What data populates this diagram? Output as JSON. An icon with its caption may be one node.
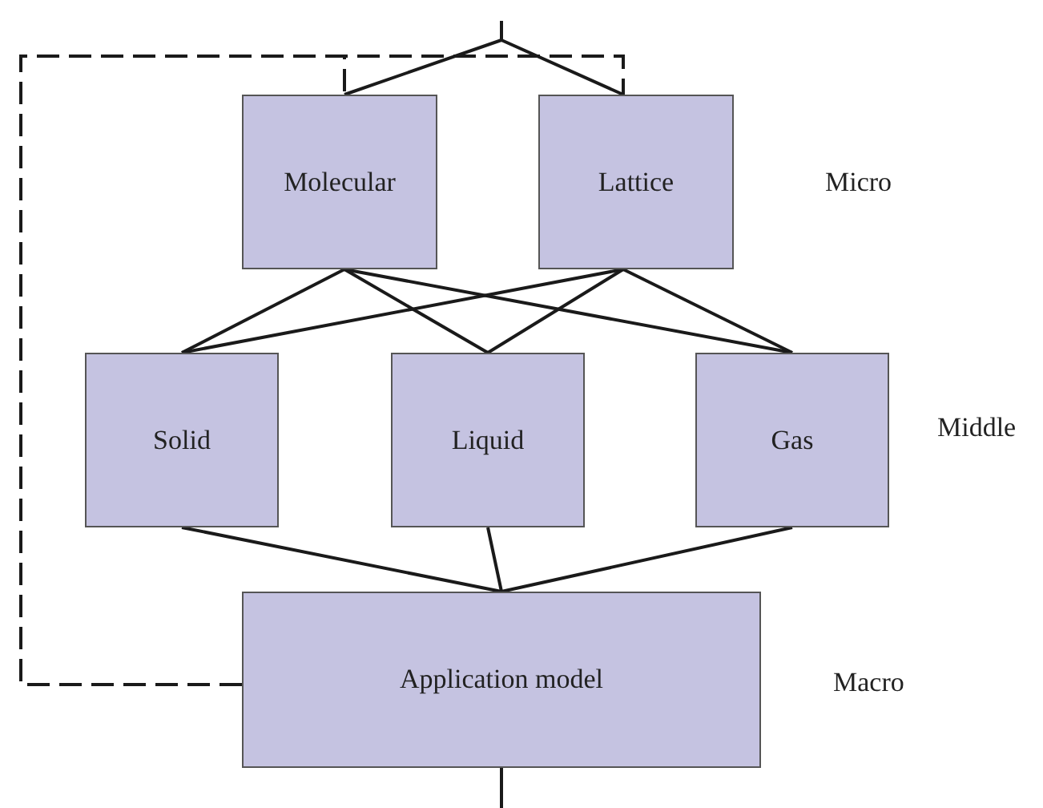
{
  "diagram": {
    "nodes": [
      {
        "text": [
          "Molecular"
        ]
      },
      {
        "text": [
          "Lattice"
        ]
      },
      {
        "text": [
          "Solid"
        ]
      },
      {
        "text": [
          "Liquid"
        ]
      },
      {
        "text": [
          "Gas"
        ]
      },
      {
        "text": [
          "Application model"
        ]
      }
    ],
    "edges": [
      {
        "from": null,
        "to": 0,
        "arrow": "none"
      },
      {
        "from": null,
        "to": 1,
        "arrow": "none"
      },
      {
        "from": 5,
        "to": 0,
        "arrow": "none",
        "style": "dashed"
      },
      {
        "from": 5,
        "to": 1,
        "arrow": "none",
        "style": "dashed"
      },
      {
        "from": 0,
        "to": 2,
        "arrow": "none"
      },
      {
        "from": 0,
        "to": 3,
        "arrow": "none"
      },
      {
        "from": 0,
        "to": 4,
        "arrow": "none"
      },
      {
        "from": 1,
        "to": 2,
        "arrow": "none"
      },
      {
        "from": 1,
        "to": 3,
        "arrow": "none"
      },
      {
        "from": 1,
        "to": 4,
        "arrow": "none"
      },
      {
        "from": 2,
        "to": 5,
        "arrow": "none"
      },
      {
        "from": 3,
        "to": 5,
        "arrow": "none"
      },
      {
        "from": 4,
        "to": 5,
        "arrow": "none"
      },
      {
        "from": 5,
        "to": null,
        "arrow": "none"
      }
    ],
    "labels": [
      "Micro",
      "Middle",
      "Macro"
    ]
  }
}
